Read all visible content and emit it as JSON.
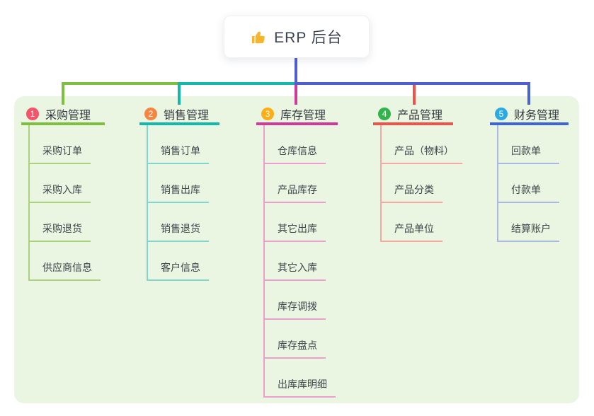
{
  "root": {
    "title": "ERP 后台",
    "icon": "thumbs-up-icon"
  },
  "branches": [
    {
      "index": "1",
      "title": "采购管理",
      "badge_color": "#f4536a",
      "line_color": "#7fbf3f",
      "child_line_color": "#abd37f",
      "children": [
        "采购订单",
        "采购入库",
        "采购退货",
        "供应商信息"
      ]
    },
    {
      "index": "2",
      "title": "销售管理",
      "badge_color": "#f58540",
      "line_color": "#14b8aa",
      "child_line_color": "#82d5cc",
      "children": [
        "销售订单",
        "销售出库",
        "销售退货",
        "客户信息"
      ]
    },
    {
      "index": "3",
      "title": "库存管理",
      "badge_color": "#fbae17",
      "line_color": "#cf399b",
      "child_line_color": "#eb9fce",
      "children": [
        "仓库信息",
        "产品库存",
        "其它出库",
        "其它入库",
        "库存调拨",
        "库存盘点",
        "出库库明细"
      ]
    },
    {
      "index": "4",
      "title": "产品管理",
      "badge_color": "#31b44b",
      "line_color": "#f05148",
      "child_line_color": "#f5a9a3",
      "children": [
        "产品（物料）",
        "产品分类",
        "产品单位"
      ]
    },
    {
      "index": "5",
      "title": "财务管理",
      "badge_color": "#2ca9e1",
      "line_color": "#3d65d8",
      "child_line_color": "#a9b9e2",
      "children": [
        "回款单",
        "付款单",
        "结算账户"
      ]
    }
  ],
  "colors": {
    "panel_background": "#eaf6e2",
    "root_connector": "#4f5ed3",
    "text_primary": "#33373d",
    "text_secondary": "#3f454b"
  }
}
